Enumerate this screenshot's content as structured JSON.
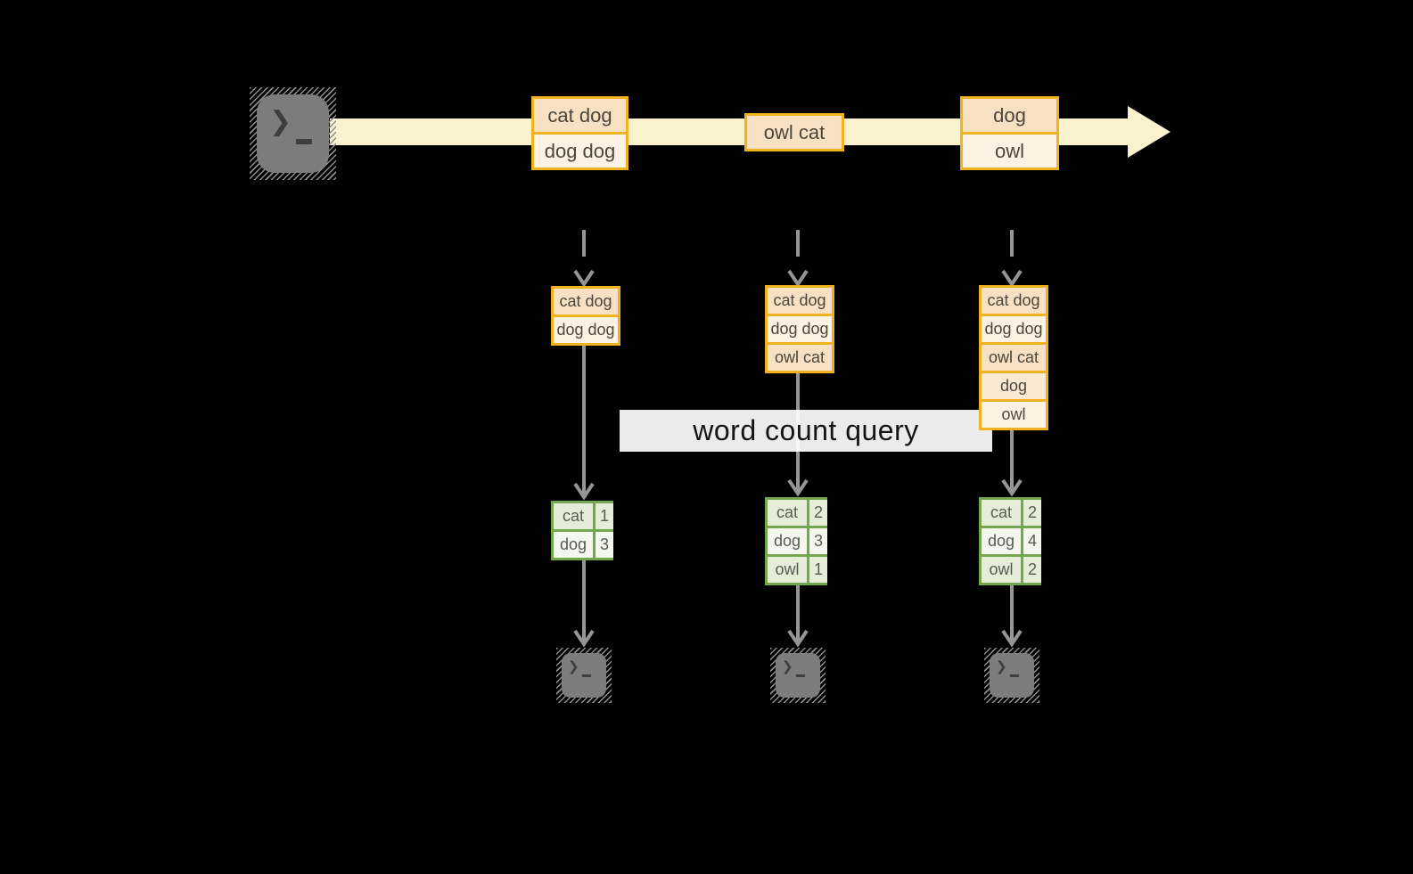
{
  "diagram": {
    "query_label": "word count query",
    "terminal_glyph": "❯",
    "stream": {
      "records": [
        {
          "cells": [
            "cat dog",
            "dog dog"
          ]
        },
        {
          "cells": [
            "owl cat"
          ]
        },
        {
          "cells": [
            "dog",
            "owl"
          ]
        }
      ]
    },
    "stacks": [
      {
        "rows": [
          "cat dog",
          "dog dog"
        ]
      },
      {
        "rows": [
          "cat dog",
          "dog dog",
          "owl cat"
        ]
      },
      {
        "rows": [
          "cat dog",
          "dog dog",
          "owl cat",
          "dog",
          "owl"
        ]
      }
    ],
    "result_tables": [
      {
        "rows": [
          {
            "word": "cat",
            "count": "1"
          },
          {
            "word": "dog",
            "count": "3"
          }
        ]
      },
      {
        "rows": [
          {
            "word": "cat",
            "count": "2"
          },
          {
            "word": "dog",
            "count": "3"
          },
          {
            "word": "owl",
            "count": "1"
          }
        ]
      },
      {
        "rows": [
          {
            "word": "cat",
            "count": "2"
          },
          {
            "word": "dog",
            "count": "4"
          },
          {
            "word": "owl",
            "count": "2"
          }
        ]
      }
    ],
    "colors": {
      "background": "#000000",
      "stream_band": "#FAF1CF",
      "record_border": "#F0B21E",
      "record_fill_dark": "#F8E0C3",
      "record_fill_light": "#FDF2E4",
      "table_border": "#73A74E",
      "table_fill_green": "#E5EDD9",
      "table_fill_white": "#F3F7EE",
      "arrow_gray": "#969696",
      "terminal_gray": "#7C7C7C"
    }
  }
}
